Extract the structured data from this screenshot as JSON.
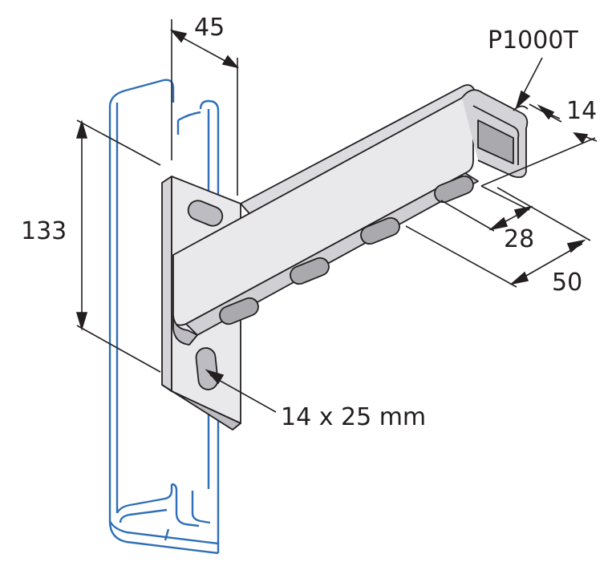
{
  "labels": {
    "product_code": "P1000T",
    "dim_channel_width": "45",
    "dim_flange_lip": "14",
    "dim_height": "133",
    "dim_slot_length": "28",
    "dim_slot_pitch": "50",
    "dim_hole_size": "14 x 25 mm"
  },
  "colors": {
    "channel_outline": "#2f6fb7",
    "bracket_face": "#e9e9ec",
    "bracket_side": "#d4d4d8",
    "bracket_shadow": "#bcbcc2",
    "slot_fill": "#a9a9ae",
    "line": "#231f20"
  }
}
